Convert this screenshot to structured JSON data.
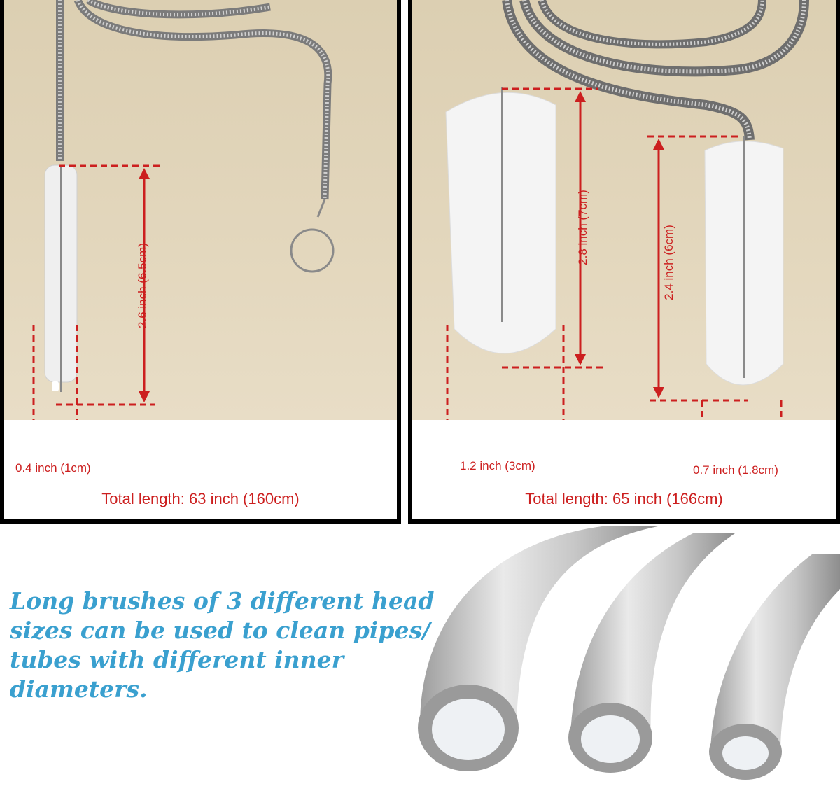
{
  "left_panel": {
    "width_label": "0.4 inch (1cm)",
    "length_label": "2.6 inch (6.5cm)",
    "total_label": "Total length: 63 inch (160cm)"
  },
  "right_panel": {
    "large_brush": {
      "width_label": "1.2 inch (3cm)",
      "length_label": "2.8 inch (7cm)"
    },
    "small_brush": {
      "width_label": "0.7 inch (1.8cm)",
      "length_label": "2.4 inch (6cm)"
    },
    "total_label": "Total length: 65 inch (166cm)"
  },
  "promo": {
    "text": "Long brushes of 3 different head sizes can be used to clean pipes/ tubes with different inner diameters."
  },
  "colors": {
    "dimension": "#cc1f1f",
    "promo_text": "#3aa0cf",
    "background": "#e3d7bd"
  }
}
